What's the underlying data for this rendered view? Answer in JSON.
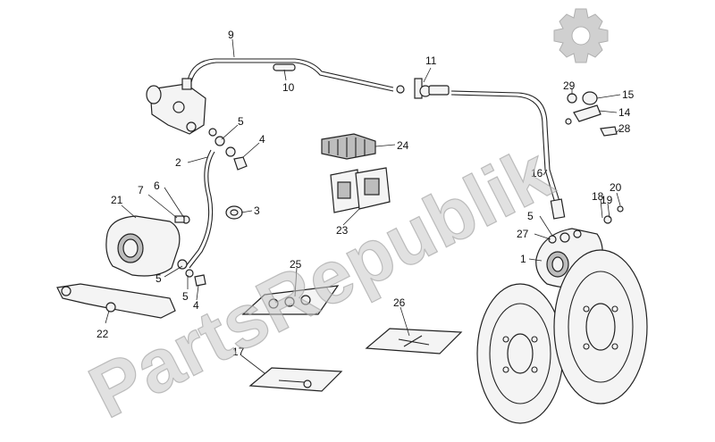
{
  "diagram": {
    "watermark": "PartsRepublik",
    "callouts": [
      "9",
      "10",
      "11",
      "15",
      "14",
      "28",
      "29",
      "5",
      "4",
      "2",
      "24",
      "16",
      "21",
      "7",
      "6",
      "3",
      "23",
      "5",
      "19",
      "18",
      "20",
      "27",
      "1",
      "25",
      "5",
      "5",
      "4",
      "22",
      "26",
      "17"
    ]
  },
  "colors": {
    "ink": "#222222",
    "watermark": "#c9c9c9",
    "background": "#ffffff"
  },
  "icons": {
    "logo": "gear-icon"
  }
}
